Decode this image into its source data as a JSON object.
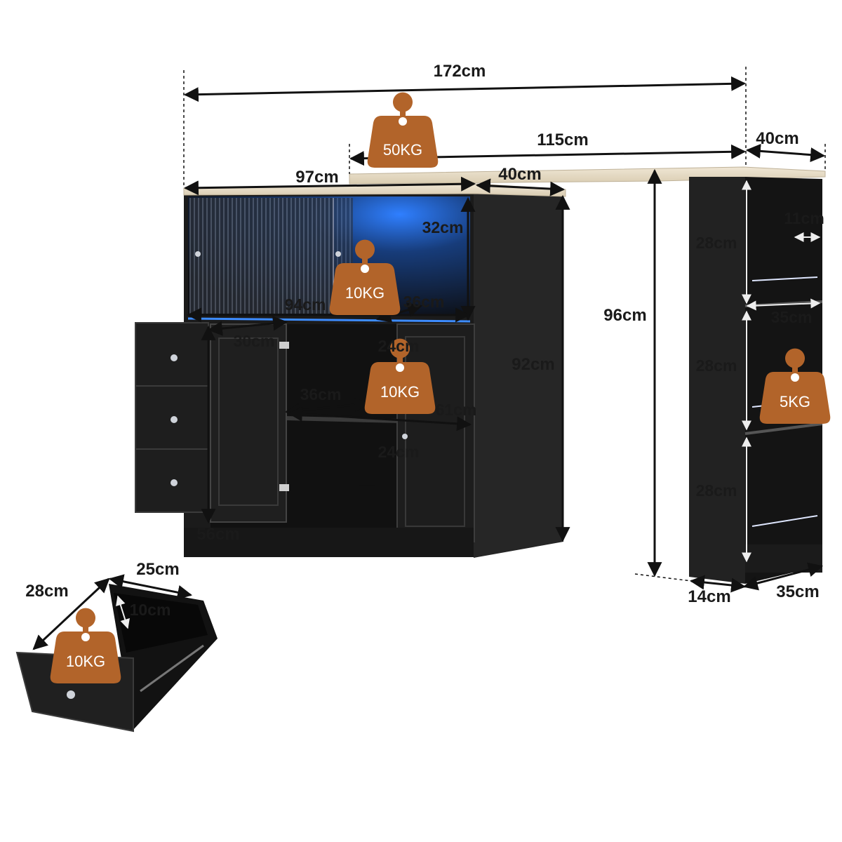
{
  "dimensions": {
    "overall_width": "172cm",
    "table_length": "115cm",
    "table_depth": "40cm",
    "cabinet_width": "97cm",
    "cabinet_depth": "40cm",
    "top_cabinet_height": "32cm",
    "inner_width": "94cm",
    "top_shelf_depth": "36cm",
    "left_bay_width": "30cm",
    "upper_bay_height": "24cm",
    "middle_shelf_depth": "36cm",
    "middle_shelf_width": "61cm",
    "lower_bay_height": "24cm",
    "lower_height": "56cm",
    "cabinet_height": "92cm",
    "table_height": "96cm",
    "shelf_upper_height": "28cm",
    "shelf_middle_height": "28cm",
    "shelf_lower_height": "28cm",
    "shelf_lip": "11cm",
    "shelf_inner_width": "35cm",
    "leg_width": "14cm",
    "leg_depth": "35cm",
    "drawer_depth": "28cm",
    "drawer_width": "25cm",
    "drawer_height": "10cm"
  },
  "load_ratings": {
    "table_top": "50KG",
    "top_shelf": "10KG",
    "middle_shelf": "10KG",
    "side_shelf": "5KG",
    "drawer": "10KG"
  },
  "colors": {
    "cabinet_body": "#1c1c1c",
    "wood_top": "#e6dcc8",
    "weight_badge": "#b2642a",
    "led_glow": "#2a7bff"
  }
}
